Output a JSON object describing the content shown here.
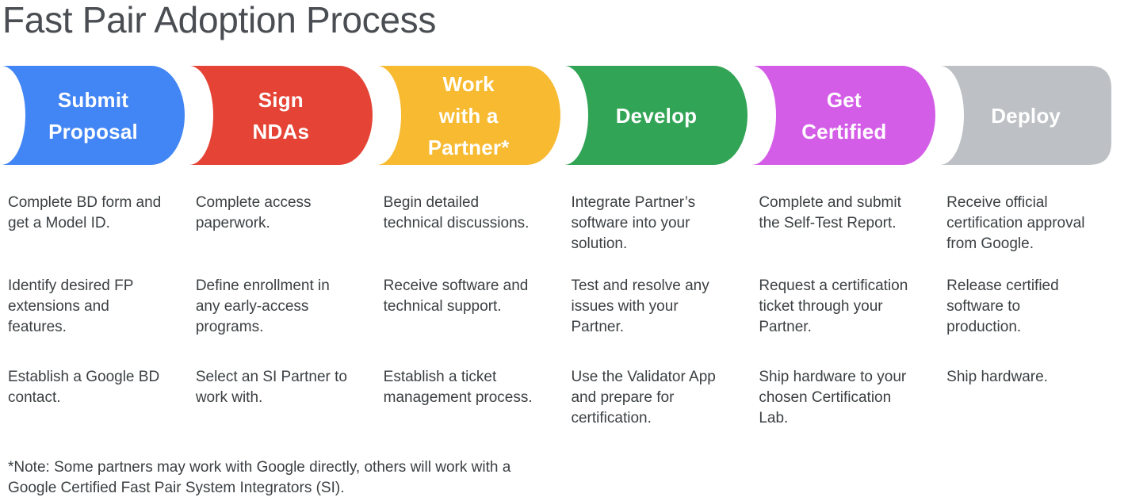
{
  "title": "Fast Pair Adoption Process",
  "note": "*Note: Some partners may work with Google directly, others will work with a\nGoogle Certified Fast Pair System Integrators (SI).",
  "stages": [
    {
      "label": "Submit\nProposal",
      "color": "#4285F4",
      "descriptions": [
        "Complete BD form and\nget a Model ID.",
        "Identify desired FP\nextensions and\nfeatures.",
        "Establish a Google BD\ncontact."
      ]
    },
    {
      "label": "Sign\nNDAs",
      "color": "#E54335",
      "descriptions": [
        "Complete access\npaperwork.",
        "Define enrollment in\nany early-access\nprograms.",
        "Select an SI Partner to\nwork with."
      ]
    },
    {
      "label": "Work\nwith a\nPartner*",
      "color": "#F7BA31",
      "descriptions": [
        "Begin detailed\ntechnical discussions.",
        "Receive software and\ntechnical support.",
        "Establish a ticket\nmanagement process."
      ]
    },
    {
      "label": "Develop",
      "color": "#32A456",
      "descriptions": [
        "Integrate Partner’s\nsoftware into your\nsolution.",
        "Test and resolve any\nissues with your\nPartner.",
        "Use the Validator App\nand prepare for\ncertification."
      ]
    },
    {
      "label": "Get\nCertified",
      "color": "#D45DE8",
      "descriptions": [
        "Complete and submit\nthe Self-Test Report.",
        "Request a certification\nticket through your\nPartner.",
        "Ship hardware to your\nchosen Certification\nLab."
      ]
    },
    {
      "label": "Deploy",
      "color": "#BDC1C5",
      "descriptions": [
        "Receive official\ncertification approval\nfrom Google.",
        "Release certified\nsoftware to\nproduction.",
        "Ship hardware."
      ]
    }
  ]
}
